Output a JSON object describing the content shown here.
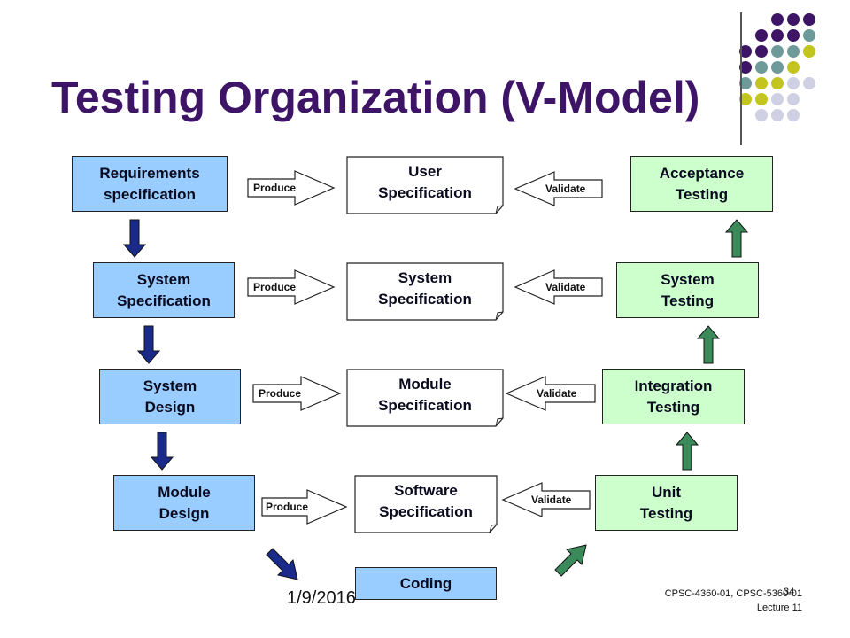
{
  "title": "Testing Organization (V-Model)",
  "left_column": [
    {
      "line1": "Requirements",
      "line2": "specification"
    },
    {
      "line1": "System",
      "line2": "Specification"
    },
    {
      "line1": "System",
      "line2": "Design"
    },
    {
      "line1": "Module",
      "line2": "Design"
    }
  ],
  "middle_column": [
    {
      "line1": "User",
      "line2": "Specification"
    },
    {
      "line1": "System",
      "line2": "Specification"
    },
    {
      "line1": "Module",
      "line2": "Specification"
    },
    {
      "line1": "Software",
      "line2": "Specification"
    }
  ],
  "right_column": [
    {
      "line1": "Acceptance",
      "line2": "Testing"
    },
    {
      "line1": "System",
      "line2": "Testing"
    },
    {
      "line1": "Integration",
      "line2": "Testing"
    },
    {
      "line1": "Unit",
      "line2": "Testing"
    }
  ],
  "coding_label": "Coding",
  "produce_label": "Produce",
  "validate_label": "Validate",
  "footer": {
    "date": "1/9/2016",
    "course": "CPSC-4360-01, CPSC-5360-01",
    "lecture": "Lecture 11",
    "page": "34"
  },
  "colors": {
    "title": "#3d1466",
    "left_fill": "#99ccff",
    "right_fill": "#ccffcc",
    "down_arrow": "#1a2a8a",
    "up_arrow": "#3a8a5a"
  }
}
